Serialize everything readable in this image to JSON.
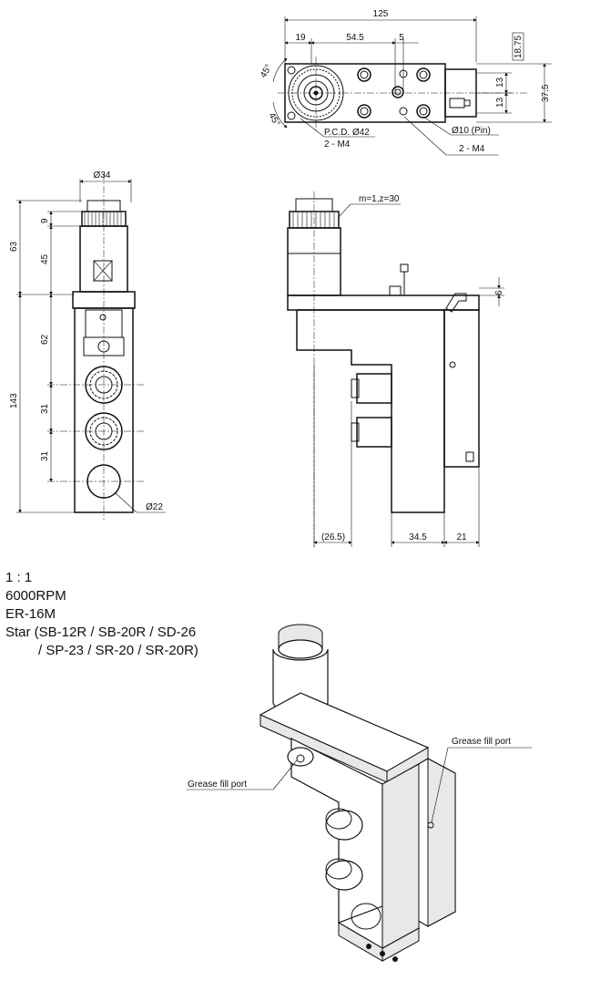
{
  "top_view": {
    "dim_total": "125",
    "dim_a": "19",
    "dim_b": "54.5",
    "dim_c": "5",
    "dim_box": "18.75",
    "dim_h1": "13",
    "dim_h2": "13",
    "dim_h3": "37.5",
    "angle_1": "45°",
    "angle_2": "45°",
    "pcd": "P.C.D. Ø42",
    "m4_left": "2 - M4",
    "pin": "Ø10 (Pin)",
    "m4_right": "2 - M4"
  },
  "front_view": {
    "dia_top": "Ø34",
    "dim_9": "9",
    "dim_45": "45",
    "dim_63": "63",
    "dim_62": "62",
    "dim_31a": "31",
    "dim_31b": "31",
    "dim_143": "143",
    "dia_bottom": "Ø22"
  },
  "side_view": {
    "gear": "m=1,z=30",
    "dim_6": "6",
    "dim_265": "(26.5)",
    "dim_345": "34.5",
    "dim_21": "21"
  },
  "specs": {
    "scale": "1 : 1",
    "rpm": "6000RPM",
    "collet": "ER-16M",
    "machine_1": "Star (SB-12R / SB-20R / SD-26",
    "machine_2": "/ SP-23 / SR-20 / SR-20R)"
  },
  "iso_view": {
    "grease_left": "Grease fill port",
    "grease_right": "Grease fill port"
  }
}
